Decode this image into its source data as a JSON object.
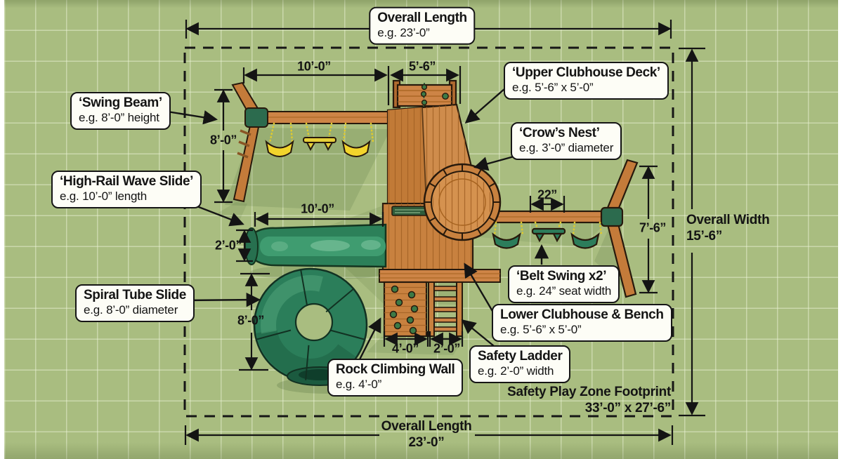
{
  "colors": {
    "grass": "#a9bd80",
    "wood": "#cd8446",
    "slide_green": "#2f8a60",
    "swing_yellow": "#f2d42c",
    "belt_green": "#2c7d5b",
    "bracket_green": "#2c6b4e",
    "outline": "#27190c"
  },
  "top_box": {
    "title": "Overall Length",
    "subtitle": "e.g. 23’-0”"
  },
  "callouts": {
    "swing_beam": {
      "title": "‘Swing Beam’",
      "subtitle": "e.g. 8’-0” height"
    },
    "high_rail": {
      "title": "‘High-Rail Wave Slide’",
      "subtitle": "e.g. 10’-0” length"
    },
    "spiral": {
      "title": "Spiral Tube Slide",
      "subtitle": "e.g. 8’-0” diameter"
    },
    "upper_deck": {
      "title": "‘Upper Clubhouse Deck’",
      "subtitle": "e.g. 5’-6” x 5’-0”"
    },
    "crows_nest": {
      "title": "‘Crow’s Nest’",
      "subtitle": "e.g. 3’-0” diameter"
    },
    "belt_swing": {
      "title": "‘Belt Swing x2’",
      "subtitle": "e.g. 24” seat width"
    },
    "lower_clubhouse": {
      "title": "Lower Clubhouse & Bench",
      "subtitle": "e.g. 5’-6” x 5’-0”"
    },
    "rock_wall": {
      "title": "Rock Climbing Wall",
      "subtitle": "e.g. 4’-0”"
    },
    "safety_ladder": {
      "title": "Safety Ladder",
      "subtitle": "e.g. 2’-0” width"
    }
  },
  "dims": {
    "beam_length": "10’-0”",
    "upper_deck_width": "5’-6”",
    "beam_height": "8’-0”",
    "wave_slide_length": "10’-0”",
    "wave_slide_width": "2’-0”",
    "spiral_diameter": "8’-0”",
    "rock_wall_width": "4’-0”",
    "ladder_width": "2’-0”",
    "belt_swing_gap": "22”",
    "right_beam_height": "7’-6”"
  },
  "edge_labels": {
    "overall_width": {
      "line1": "Overall Width",
      "line2": "15’-6”"
    },
    "overall_length_bottom": {
      "line1": "Overall Length",
      "line2": "23’-0”"
    },
    "footprint": {
      "line1": "Safety Play Zone Footprint",
      "line2": "33’-0” x 27’-6”"
    }
  }
}
